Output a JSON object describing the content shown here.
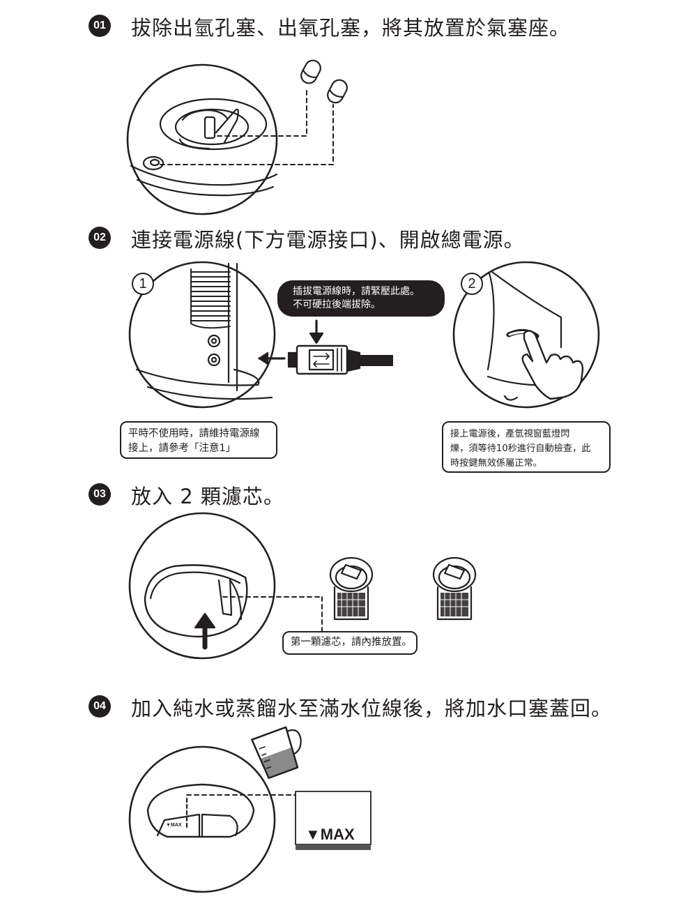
{
  "steps": [
    {
      "number": "01",
      "title": "拔除出氫孔塞、出氧孔塞，將其放置於氣塞座。"
    },
    {
      "number": "02",
      "title": "連接電源線(下方電源接口)、開啟總電源。"
    },
    {
      "number": "03",
      "title": "放入 2 顆濾芯。"
    },
    {
      "number": "04",
      "title": "加入純水或蒸餾水至滿水位線後，將加水口塞蓋回。"
    }
  ],
  "step2": {
    "callout_1": "1",
    "callout_2": "2",
    "plug_warning": [
      "插拔電源線時，請緊壓此處。",
      "不可硬拉後端拔除。"
    ],
    "note_left": [
      "平時不使用時，請維持電源線",
      "接上，請參考「注意1」"
    ],
    "note_right": [
      "接上電源後，產氫視窗藍燈閃",
      "爍，須等待10秒進行自動檢查，此",
      "時按鍵無效係屬正常。"
    ]
  },
  "step3": {
    "filter_note": "第一顆濾芯，請內推放置。"
  },
  "step4": {
    "small_max_label": "▼MAX",
    "max_label": "▼MAX"
  }
}
